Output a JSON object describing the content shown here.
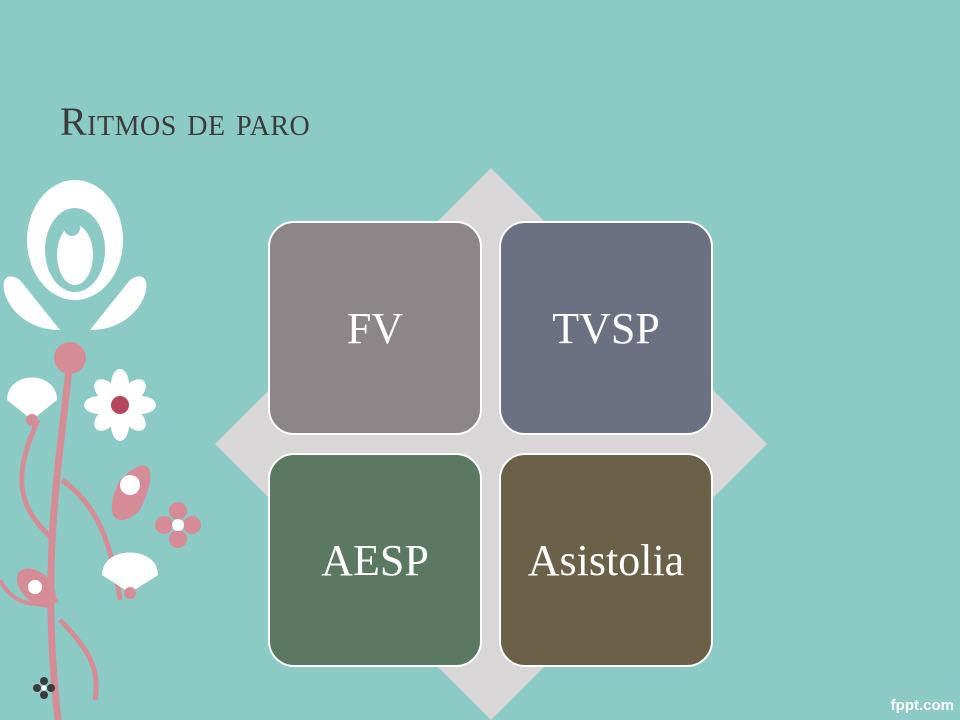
{
  "slide": {
    "title": "Ritmos de paro",
    "footer_logo": "fppt.com"
  },
  "diagram": {
    "type": "matrix-2x2",
    "items": [
      {
        "label": "FV",
        "color": "#8c8689"
      },
      {
        "label": "TVSP",
        "color": "#6b7082"
      },
      {
        "label": "AESP",
        "color": "#5b7862"
      },
      {
        "label": "Asistolia",
        "color": "#6b6048"
      }
    ],
    "diamond_color": "#d9d6d8",
    "border_color": "#ffffff"
  },
  "colors": {
    "background": "#8ccac6",
    "title_text": "#3b3b3b",
    "flower_pink": "#d68c97",
    "flower_white": "#ffffff",
    "flower_red": "#b5475b"
  }
}
